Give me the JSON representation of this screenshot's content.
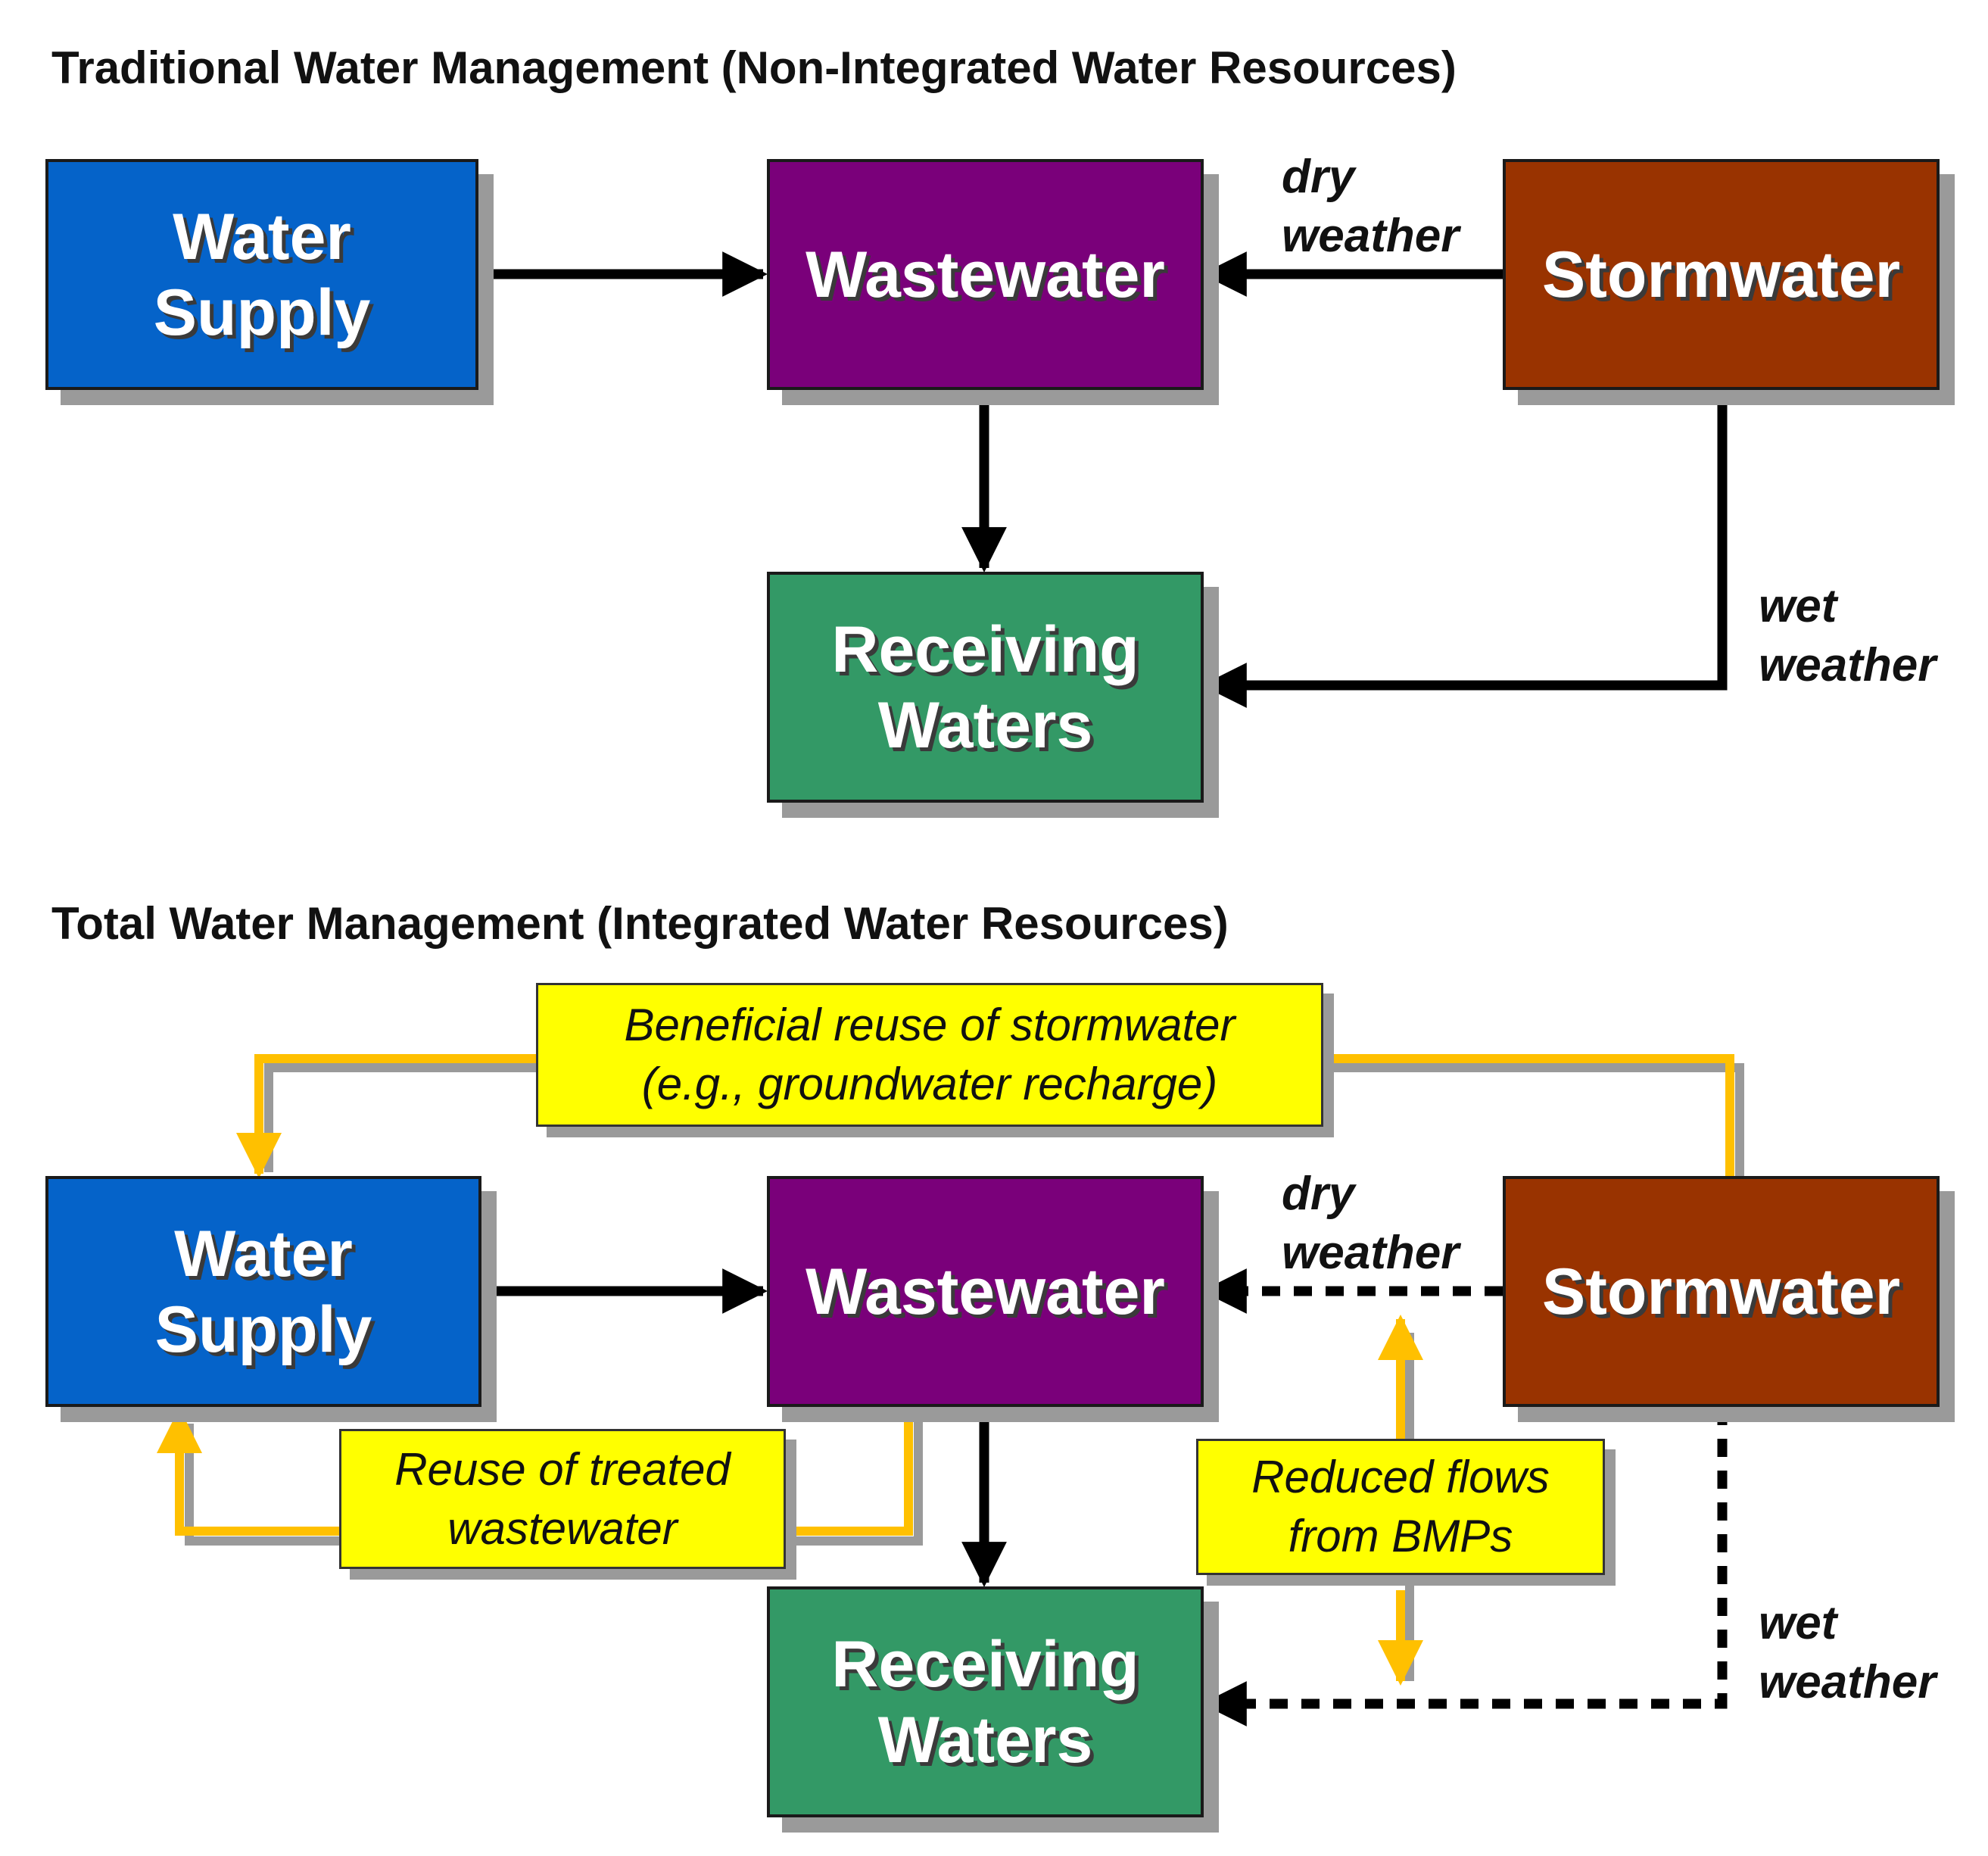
{
  "top": {
    "title": "Traditional Water Management (Non-Integrated Water Resources)",
    "boxes": {
      "supply_l1": "Water",
      "supply_l2": "Supply",
      "waste": "Wastewater",
      "storm": "Stormwater",
      "recv_l1": "Receiving",
      "recv_l2": "Waters"
    },
    "labels": {
      "dry_l1": "dry",
      "dry_l2": "weather",
      "wet_l1": "wet",
      "wet_l2": "weather"
    }
  },
  "bottom": {
    "title": "Total Water Management (Integrated Water Resources)",
    "boxes": {
      "supply_l1": "Water",
      "supply_l2": "Supply",
      "waste": "Wastewater",
      "storm": "Stormwater",
      "recv_l1": "Receiving",
      "recv_l2": "Waters"
    },
    "labels": {
      "dry_l1": "dry",
      "dry_l2": "weather",
      "wet_l1": "wet",
      "wet_l2": "weather"
    },
    "notes": {
      "beneficial_l1": "Beneficial reuse of stormwater",
      "beneficial_l2": "(e.g., groundwater recharge)",
      "reuse_l1": "Reuse of treated",
      "reuse_l2": "wastewater",
      "reduced_l1": "Reduced flows",
      "reduced_l2": "from BMPs"
    }
  },
  "colors": {
    "water_supply": "#0563c9",
    "wastewater": "#7a007a",
    "stormwater": "#993300",
    "receiving_waters": "#339966",
    "note_fill": "#ffff00",
    "reuse_flow": "#ffc000",
    "flow": "#000000"
  }
}
